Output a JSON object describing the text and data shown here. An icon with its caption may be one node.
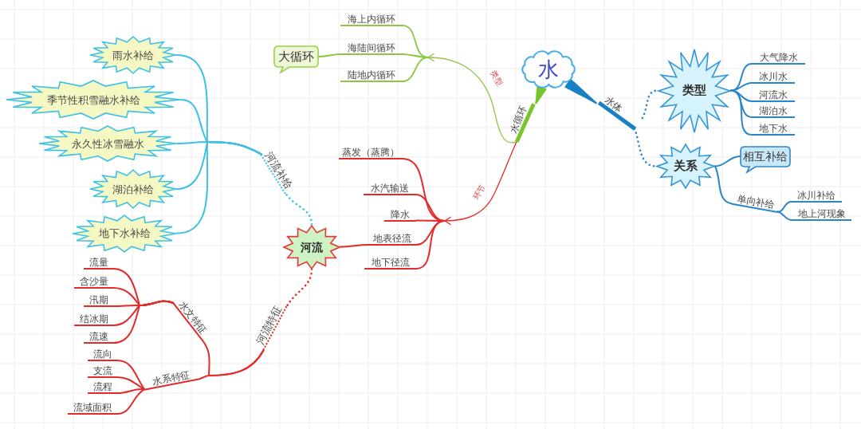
{
  "diagram": {
    "nodes": [
      {
        "text": [
          "水"
        ]
      },
      {
        "text": [
          "水循环"
        ]
      },
      {
        "text": [
          "海上内循环"
        ]
      },
      {
        "text": [
          "海陆间循环"
        ]
      },
      {
        "text": [
          "陆地内循环"
        ]
      },
      {
        "text": [
          "大循环"
        ]
      },
      {
        "text": [
          "蒸发（蒸腾）"
        ]
      },
      {
        "text": [
          "水汽输送"
        ]
      },
      {
        "text": [
          "降水"
        ]
      },
      {
        "text": [
          "地表径流"
        ]
      },
      {
        "text": [
          "地下径流"
        ]
      },
      {
        "text": [
          "河流"
        ]
      },
      {
        "text": [
          "河流补给"
        ]
      },
      {
        "text": [
          "雨水补给"
        ]
      },
      {
        "text": [
          "季节性积雪融水补给"
        ]
      },
      {
        "text": [
          "永久性冰雪融水"
        ]
      },
      {
        "text": [
          "湖泊补给"
        ]
      },
      {
        "text": [
          "地下水补给"
        ]
      },
      {
        "text": [
          "河流特征"
        ]
      },
      {
        "text": [
          "水文特征"
        ]
      },
      {
        "text": [
          "流量"
        ]
      },
      {
        "text": [
          "含沙量"
        ]
      },
      {
        "text": [
          "汛期"
        ]
      },
      {
        "text": [
          "结冰期"
        ]
      },
      {
        "text": [
          "流速"
        ]
      },
      {
        "text": [
          "水系特征"
        ]
      },
      {
        "text": [
          "流向"
        ]
      },
      {
        "text": [
          "支流"
        ]
      },
      {
        "text": [
          "流程"
        ]
      },
      {
        "text": [
          "流域面积"
        ]
      },
      {
        "text": [
          "水体"
        ]
      },
      {
        "text": [
          "类型"
        ]
      },
      {
        "text": [
          "大气降水"
        ]
      },
      {
        "text": [
          "冰川水"
        ]
      },
      {
        "text": [
          "河流水"
        ]
      },
      {
        "text": [
          "湖泊水"
        ]
      },
      {
        "text": [
          "地下水"
        ]
      },
      {
        "text": [
          "关系"
        ]
      },
      {
        "text": [
          "相互补给"
        ]
      },
      {
        "text": [
          "单向补给"
        ]
      },
      {
        "text": [
          "冰川补给"
        ]
      },
      {
        "text": [
          "地上河现象"
        ]
      }
    ],
    "edges": [
      {
        "from": 0,
        "to": 1,
        "arrow": "none",
        "style": "thick",
        "color": "#7ac52d"
      },
      {
        "from": 1,
        "to": null,
        "arrow": "to",
        "label": "类型",
        "color": "#8fc641"
      },
      {
        "from": null,
        "to": 2,
        "arrow": "none",
        "color": "#8fc641"
      },
      {
        "from": null,
        "to": 3,
        "arrow": "none",
        "color": "#8fc641"
      },
      {
        "from": null,
        "to": 4,
        "arrow": "none",
        "color": "#8fc641"
      },
      {
        "from": 3,
        "to": 5,
        "arrow": "none",
        "color": "#8fc641"
      },
      {
        "from": 1,
        "to": null,
        "arrow": "to",
        "label": "环节"
      },
      {
        "from": null,
        "to": 6,
        "arrow": "none"
      },
      {
        "from": null,
        "to": 7,
        "arrow": "none"
      },
      {
        "from": null,
        "to": 8,
        "arrow": "none"
      },
      {
        "from": null,
        "to": 9,
        "arrow": "none"
      },
      {
        "from": null,
        "to": 10,
        "arrow": "none"
      },
      {
        "from": 9,
        "to": 11,
        "arrow": "none"
      },
      {
        "from": 11,
        "to": 12,
        "arrow": "none",
        "style": "dashed",
        "color": "#3cc0e6"
      },
      {
        "from": 12,
        "to": 13,
        "arrow": "none",
        "color": "#3cc0e6"
      },
      {
        "from": 12,
        "to": 14,
        "arrow": "none",
        "color": "#3cc0e6"
      },
      {
        "from": 12,
        "to": 15,
        "arrow": "none",
        "color": "#3cc0e6"
      },
      {
        "from": 12,
        "to": 16,
        "arrow": "none",
        "color": "#3cc0e6"
      },
      {
        "from": 12,
        "to": 17,
        "arrow": "none",
        "color": "#3cc0e6"
      },
      {
        "from": 11,
        "to": 18,
        "arrow": "none",
        "style": "dashed"
      },
      {
        "from": 18,
        "to": 19,
        "arrow": "none"
      },
      {
        "from": 18,
        "to": 25,
        "arrow": "none"
      },
      {
        "from": 19,
        "to": 20,
        "arrow": "none"
      },
      {
        "from": 19,
        "to": 21,
        "arrow": "none"
      },
      {
        "from": 19,
        "to": 22,
        "arrow": "none"
      },
      {
        "from": 19,
        "to": 23,
        "arrow": "none"
      },
      {
        "from": 19,
        "to": 24,
        "arrow": "none"
      },
      {
        "from": 25,
        "to": 26,
        "arrow": "none"
      },
      {
        "from": 25,
        "to": 27,
        "arrow": "none"
      },
      {
        "from": 25,
        "to": 28,
        "arrow": "none"
      },
      {
        "from": 25,
        "to": 29,
        "arrow": "none"
      },
      {
        "from": 0,
        "to": 30,
        "arrow": "none",
        "style": "thick",
        "color": "#1a80c4"
      },
      {
        "from": 30,
        "to": 31,
        "arrow": "none",
        "style": "dashed",
        "color": "#2a86c8"
      },
      {
        "from": 30,
        "to": 37,
        "arrow": "none",
        "style": "dashed",
        "color": "#2a86c8"
      },
      {
        "from": 31,
        "to": 32,
        "arrow": "none",
        "color": "#2a86c8"
      },
      {
        "from": 31,
        "to": 33,
        "arrow": "none",
        "color": "#2a86c8"
      },
      {
        "from": 31,
        "to": 34,
        "arrow": "none",
        "color": "#2a86c8"
      },
      {
        "from": 31,
        "to": 35,
        "arrow": "none",
        "color": "#2a86c8"
      },
      {
        "from": 31,
        "to": 36,
        "arrow": "none",
        "color": "#2a86c8"
      },
      {
        "from": 37,
        "to": 38,
        "arrow": "none",
        "color": "#2a86c8"
      },
      {
        "from": 37,
        "to": 39,
        "arrow": "none",
        "color": "#2a86c8"
      },
      {
        "from": 39,
        "to": 40,
        "arrow": "none",
        "color": "#2a86c8"
      },
      {
        "from": 39,
        "to": 41,
        "arrow": "none",
        "color": "#2a86c8"
      }
    ]
  }
}
